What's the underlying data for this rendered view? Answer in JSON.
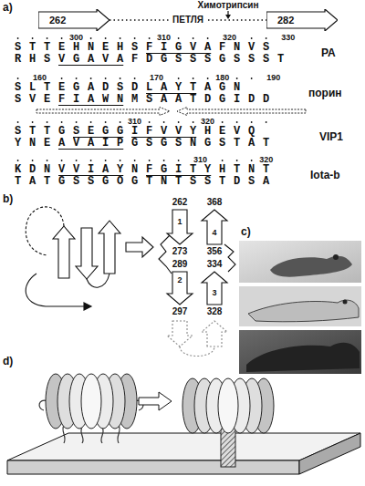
{
  "diagram": {
    "nodes": [
      {
        "text": [
          "262"
        ]
      },
      {
        "text": [
          "282"
        ]
      }
    ],
    "edges": [
      {
        "from": 0,
        "to": 1,
        "arrow": "none",
        "label": "ПЕТЛЯ"
      }
    ],
    "labels": [
      "a)",
      "Химотрипсин",
      "300",
      "310",
      "320",
      "330",
      "S T T E H N E H S F I G V A F N V S",
      "R H S V G A V A F D G S S S G S S S T",
      "PA",
      "160",
      "170",
      "180",
      "190",
      "S L T E G A D S D L A Y T A G N",
      "S V E F I A W N M S A A T D G I D D",
      "порин",
      "310",
      "320",
      "S T T G S E G G I F V V Y H E V Q",
      "Y N E A V A I P G S G S N G S T A T",
      "VIP1",
      "310",
      "320",
      "K D N V V I A Y N F G I T Y H T N T",
      "T A T G S S G O G T N T S S T D S A",
      "Iota-b",
      "b)",
      "262",
      "273",
      "289",
      "297",
      "368",
      "356",
      "334",
      "328",
      "1",
      "2",
      "4",
      "3",
      "c)",
      "d)"
    ]
  }
}
